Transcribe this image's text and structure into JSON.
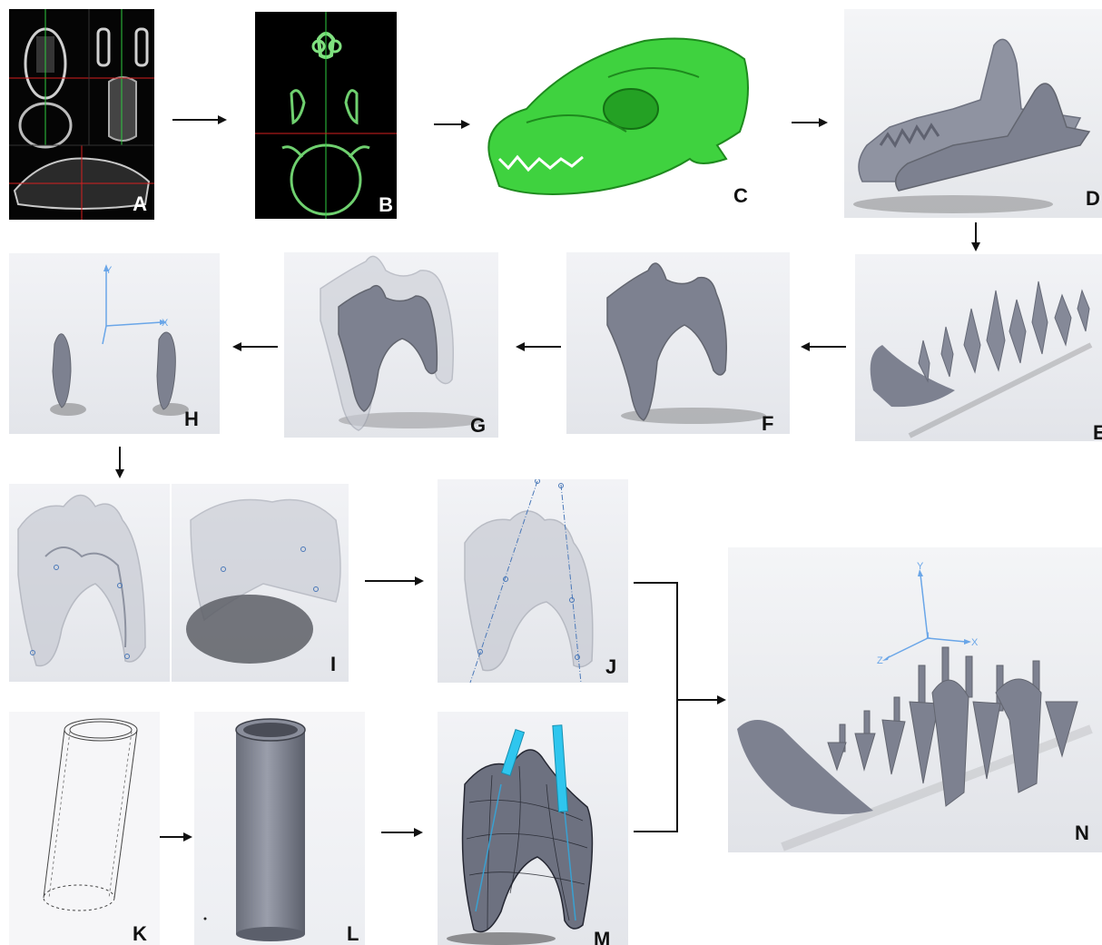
{
  "panels": [
    {
      "id": "A",
      "label": "A"
    },
    {
      "id": "B",
      "label": "B"
    },
    {
      "id": "C",
      "label": "C"
    },
    {
      "id": "D",
      "label": "D"
    },
    {
      "id": "E",
      "label": "E"
    },
    {
      "id": "F",
      "label": "F"
    },
    {
      "id": "G",
      "label": "G"
    },
    {
      "id": "H",
      "label": "H"
    },
    {
      "id": "I",
      "label": "I"
    },
    {
      "id": "J",
      "label": "J"
    },
    {
      "id": "K",
      "label": "K"
    },
    {
      "id": "L",
      "label": "L"
    },
    {
      "id": "M",
      "label": "M"
    },
    {
      "id": "N",
      "label": "N"
    }
  ],
  "axes": {
    "x": "X",
    "y": "Y",
    "z": "Z",
    "origin": "1"
  },
  "colors": {
    "ct_background": "#000000",
    "ct_bone": "#d8d8d8",
    "ct_green_line": "#2ecc40",
    "ct_red_line": "#d62020",
    "skull_green": "#3fd23f",
    "mesh_gray": "#7d8190",
    "render_bg": "#eef0f4",
    "implant_cyan": "#2fc6ee",
    "axis_blue": "#6aa6e8",
    "arrow": "#111111"
  }
}
